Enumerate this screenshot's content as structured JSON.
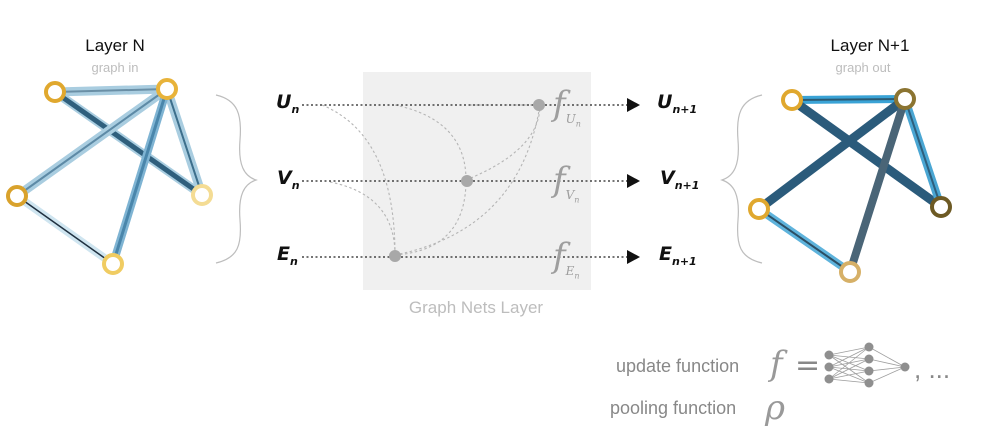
{
  "input_graph": {
    "title": "Layer N",
    "subtitle": "graph in"
  },
  "output_graph": {
    "title": "Layer N+1",
    "subtitle": "graph out"
  },
  "inputs": [
    {
      "symbol": "U",
      "subscript": "n"
    },
    {
      "symbol": "V",
      "subscript": "n"
    },
    {
      "symbol": "E",
      "subscript": "n"
    }
  ],
  "outputs": [
    {
      "symbol": "U",
      "subscript": "n+1"
    },
    {
      "symbol": "V",
      "subscript": "n+1"
    },
    {
      "symbol": "E",
      "subscript": "n+1"
    }
  ],
  "functions": [
    {
      "symbol": "f",
      "subscript": "U",
      "subsubscript": "n"
    },
    {
      "symbol": "f",
      "subscript": "V",
      "subsubscript": "n"
    },
    {
      "symbol": "f",
      "subscript": "E",
      "subsubscript": "n"
    }
  ],
  "layer_label": "Graph Nets Layer",
  "legend": {
    "update_label": "update function",
    "update_symbol": "f",
    "equals": "=",
    "ellipsis": ", ...",
    "pooling_label": "pooling function",
    "pooling_symbol": "ρ"
  },
  "colors": {
    "node_gold": "#e0a82e",
    "node_dark": "#7a6326",
    "edge_light": "#a9cde0",
    "edge_dark": "#2f5f7d",
    "panel": "#f0f0f0"
  }
}
